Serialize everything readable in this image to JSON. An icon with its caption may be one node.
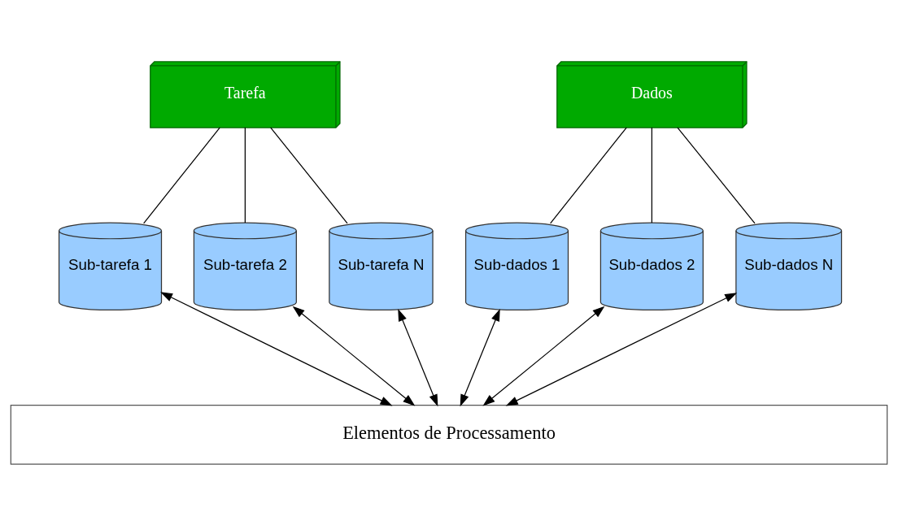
{
  "diagram": {
    "nodes": [
      {
        "text": [
          "Tarefa"
        ]
      },
      {
        "text": [
          "Dados"
        ]
      },
      {
        "text": [
          "Sub-tarefa 1"
        ]
      },
      {
        "text": [
          "Sub-tarefa 2"
        ]
      },
      {
        "text": [
          "Sub-tarefa N"
        ]
      },
      {
        "text": [
          "Sub-dados 1"
        ]
      },
      {
        "text": [
          "Sub-dados 2"
        ]
      },
      {
        "text": [
          "Sub-dados N"
        ]
      },
      {
        "text": [
          "Elementos de Processamento"
        ]
      }
    ],
    "edges": [
      {
        "from": 0,
        "to": 2,
        "arrow": "none"
      },
      {
        "from": 0,
        "to": 3,
        "arrow": "none"
      },
      {
        "from": 0,
        "to": 4,
        "arrow": "none"
      },
      {
        "from": 1,
        "to": 5,
        "arrow": "none"
      },
      {
        "from": 1,
        "to": 6,
        "arrow": "none"
      },
      {
        "from": 1,
        "to": 7,
        "arrow": "none"
      },
      {
        "from": 2,
        "to": 8,
        "arrow": "both"
      },
      {
        "from": 3,
        "to": 8,
        "arrow": "both"
      },
      {
        "from": 4,
        "to": 8,
        "arrow": "both"
      },
      {
        "from": 5,
        "to": 8,
        "arrow": "both"
      },
      {
        "from": 6,
        "to": 8,
        "arrow": "both"
      },
      {
        "from": 7,
        "to": 8,
        "arrow": "both"
      }
    ]
  }
}
